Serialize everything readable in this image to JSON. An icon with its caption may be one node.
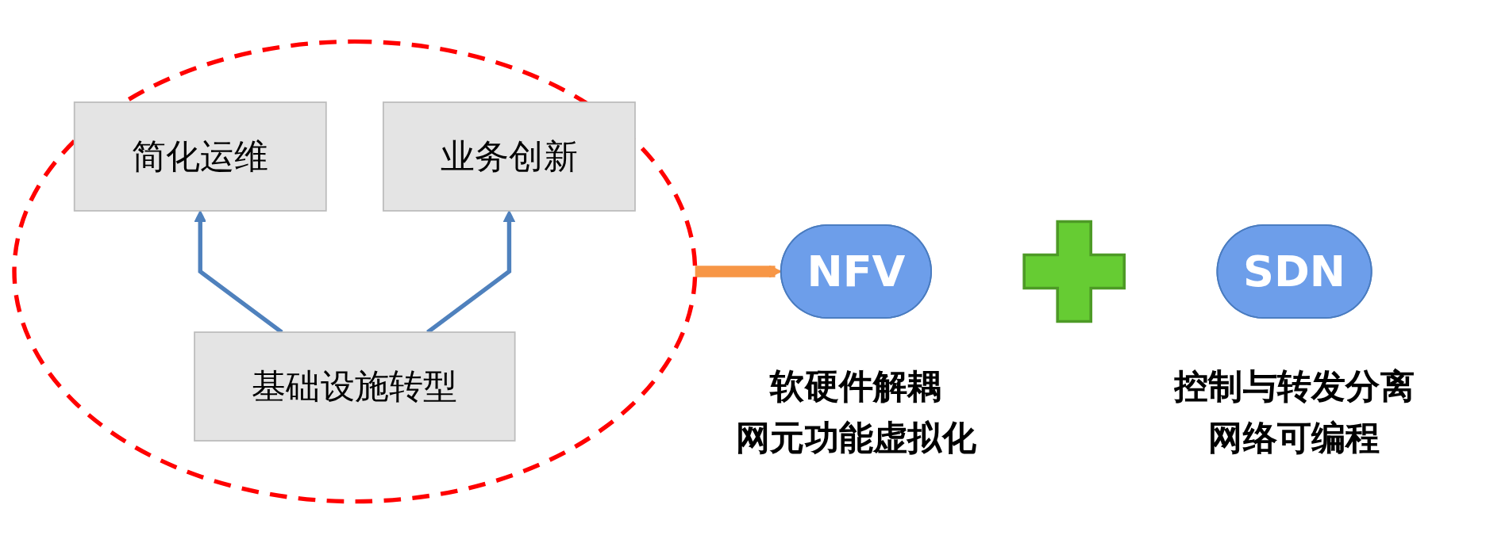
{
  "diagram": {
    "nodes": [
      {
        "text": [],
        "shape": "ellipse"
      },
      {
        "text": [
          "简化运维"
        ],
        "in": 0
      },
      {
        "text": [
          "业务创新"
        ],
        "in": 0
      },
      {
        "text": [
          "基础设施转型"
        ],
        "in": 0
      },
      {
        "text": [
          "NFV"
        ],
        "beside": [
          "软硬件解耦",
          "网元功能虚拟化"
        ]
      },
      {
        "text": [],
        "shape": "plus"
      },
      {
        "text": [
          "SDN"
        ],
        "beside": [
          "控制与转发分离",
          "网络可编程"
        ]
      }
    ],
    "edges": [
      {
        "from": 3,
        "to": 1,
        "arrow": "to"
      },
      {
        "from": 3,
        "to": 2,
        "arrow": "to"
      },
      {
        "from": 0,
        "to": 4,
        "arrow": "to",
        "style": "thick",
        "color": "#f79646"
      }
    ]
  }
}
